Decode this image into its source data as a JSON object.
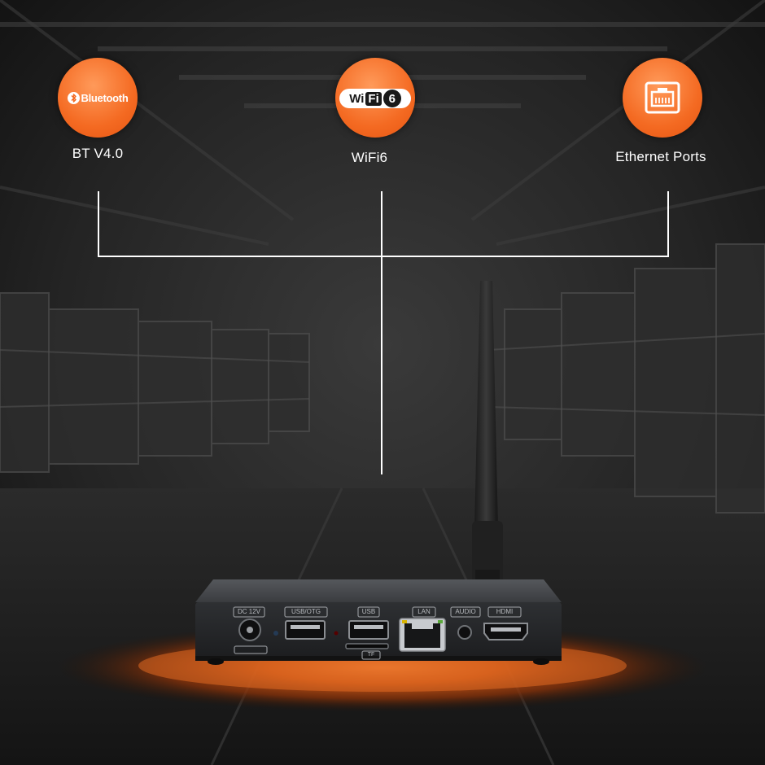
{
  "features": [
    {
      "id": "bluetooth",
      "logo_text": "Bluetooth",
      "label": "BT V4.0",
      "icon": "bluetooth-icon"
    },
    {
      "id": "wifi",
      "logo_text_a": "Wi",
      "logo_text_b": "Fi",
      "logo_text_c": "6",
      "label": "WiFi6",
      "icon": "wifi6-icon"
    },
    {
      "id": "ethernet",
      "label": "Ethernet Ports",
      "icon": "ethernet-port-icon"
    }
  ],
  "device": {
    "ports": {
      "dc": "DC 12V",
      "usb_otg": "USB/OTG",
      "usb": "USB",
      "lan": "LAN",
      "audio": "AUDIO",
      "hdmi": "HDMI",
      "tf": "TF"
    }
  },
  "colors": {
    "accent": "#f46a22",
    "glow": "#d6510e",
    "device_body": "#2a2b2d",
    "label_text": "#ffffff"
  }
}
